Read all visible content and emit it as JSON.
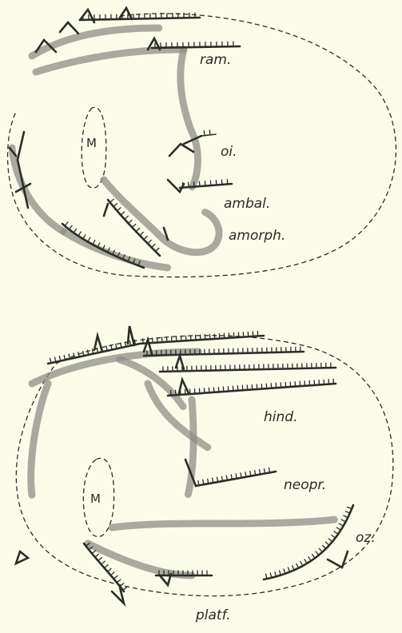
{
  "figure": {
    "top": {
      "labels": {
        "ram": "ram.",
        "oi": "oi.",
        "ambal": "ambal.",
        "amorph": "amorph.",
        "mouth": "M"
      }
    },
    "bottom": {
      "labels": {
        "hind": "hind.",
        "neopr": "neopr.",
        "oz": "oz.",
        "platf": "platf.",
        "mouth": "M"
      }
    }
  },
  "colors": {
    "paper": "#fbfbe9",
    "ink": "#2c2c2a",
    "stipple": "#8d8d86"
  }
}
